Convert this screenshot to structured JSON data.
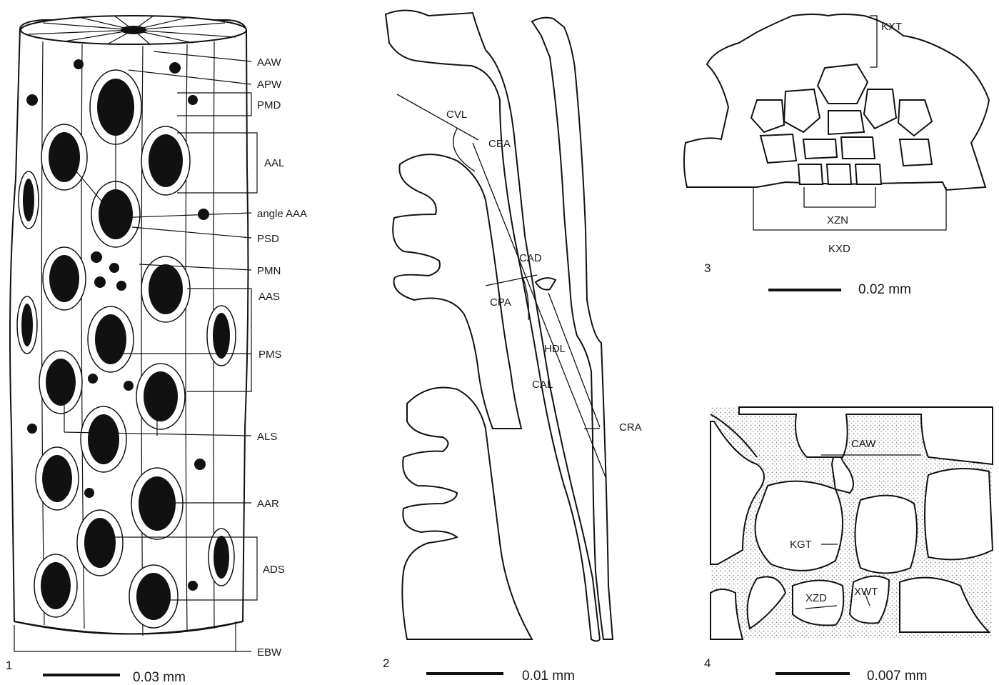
{
  "panels": [
    {
      "number": "1",
      "scale": "0.03 mm",
      "labels": [
        "AAW",
        "APW",
        "PMD",
        "AAL",
        "angle AAA",
        "PSD",
        "PMN",
        "AAS",
        "PMS",
        "ALS",
        "AAR",
        "ADS",
        "EBW"
      ]
    },
    {
      "number": "2",
      "scale": "0.01 mm",
      "labels": [
        "CVL",
        "CEA",
        "CAD",
        "CPA",
        "HDL",
        "CAL",
        "CRA"
      ]
    },
    {
      "number": "3",
      "scale": "0.02 mm",
      "labels": [
        "KXT",
        "XZN",
        "KXD"
      ]
    },
    {
      "number": "4",
      "scale": "0.007 mm",
      "labels": [
        "CAW",
        "KGT",
        "XZD",
        "XWT"
      ]
    }
  ],
  "colors": {
    "ink": "#111111",
    "stipple": "#c9c9c9",
    "paper": "#ffffff"
  }
}
